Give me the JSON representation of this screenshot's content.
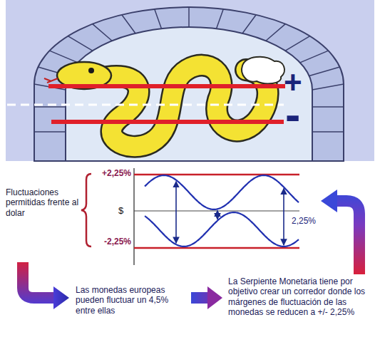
{
  "diagram": {
    "labels": [
      "+",
      "-",
      "+2,25%",
      "$",
      "-2,25%",
      "2,25%",
      "Fluctuaciones permitidas frente al dolar",
      "Las monedas europeas pueden fluctuar un 4,5% entre ellas",
      "La Serpiente Monetaria tiene por objetivo crear un corredor donde los márgenes de fluctuación de las monedas se reducen a +/- 2,25%"
    ]
  }
}
